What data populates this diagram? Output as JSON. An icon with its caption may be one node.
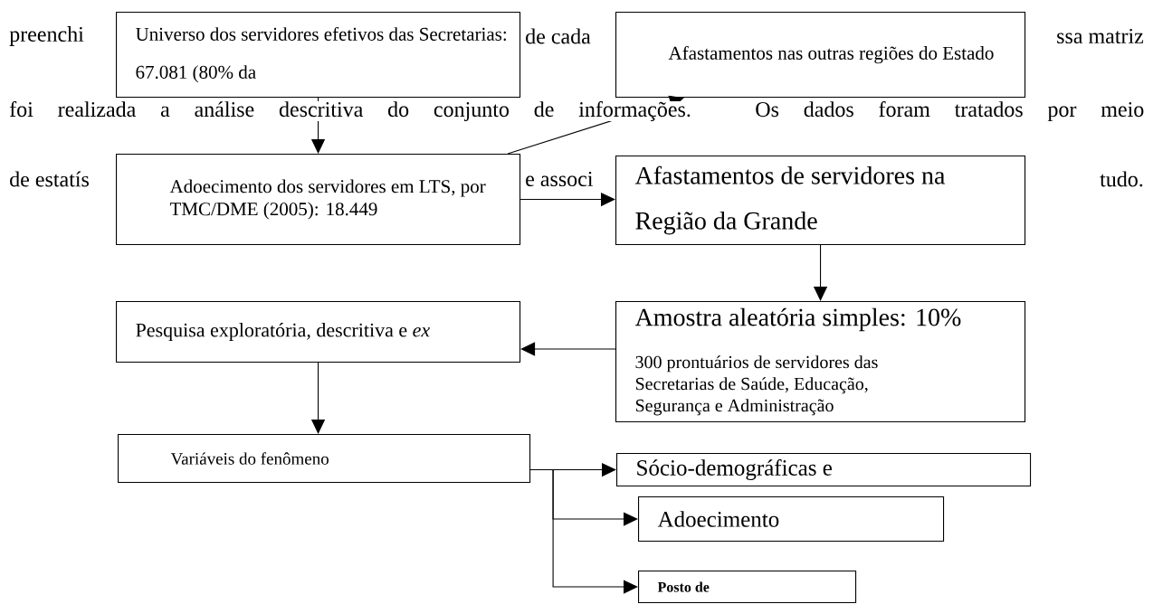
{
  "diagram": {
    "nodes": [
      {
        "text": [
          "Universo dos servidores efetivos das Secretarias: 67.081 (80% da"
        ]
      },
      {
        "text": [
          "Afastamentos nas outras regiões do Estado"
        ]
      },
      {
        "text": [
          "Adoecimento dos servidores em LTS, por TMC/DME (2005): 18.449"
        ]
      },
      {
        "text": [
          "Afastamentos de servidores na Região da Grande"
        ]
      },
      {
        "text": [
          "Amostra aleatória simples: 10%",
          "300 prontuários de servidores das Secretarias de Saúde, Educação, Segurança e Administração"
        ]
      },
      {
        "text": [
          "Pesquisa exploratória, descritiva e *ex*"
        ]
      },
      {
        "text": [
          "Variáveis do fenômeno"
        ]
      },
      {
        "text": [
          "Sócio-demográficas e"
        ]
      },
      {
        "text": [
          "Adoecimento"
        ]
      },
      {
        "text": [
          "Posto de"
        ]
      }
    ],
    "edges": [
      {
        "from": 0,
        "to": 2,
        "arrow": "to"
      },
      {
        "from": 2,
        "to": 1,
        "arrow": "to"
      },
      {
        "from": 2,
        "to": 3,
        "arrow": "to"
      },
      {
        "from": 3,
        "to": 4,
        "arrow": "to"
      },
      {
        "from": 4,
        "to": 5,
        "arrow": "to"
      },
      {
        "from": 5,
        "to": 6,
        "arrow": "to"
      },
      {
        "from": 6,
        "to": 7,
        "arrow": "to"
      },
      {
        "from": 6,
        "to": 8,
        "arrow": "to"
      },
      {
        "from": 6,
        "to": 9,
        "arrow": "to"
      }
    ],
    "labels": [
      "preenchi",
      "de cada",
      "ssa matriz",
      "foi realizada a análise descritiva do conjunto de informações. Os dados foram tratados por meio",
      "de estatís",
      "e associ",
      "tudo."
    ]
  }
}
